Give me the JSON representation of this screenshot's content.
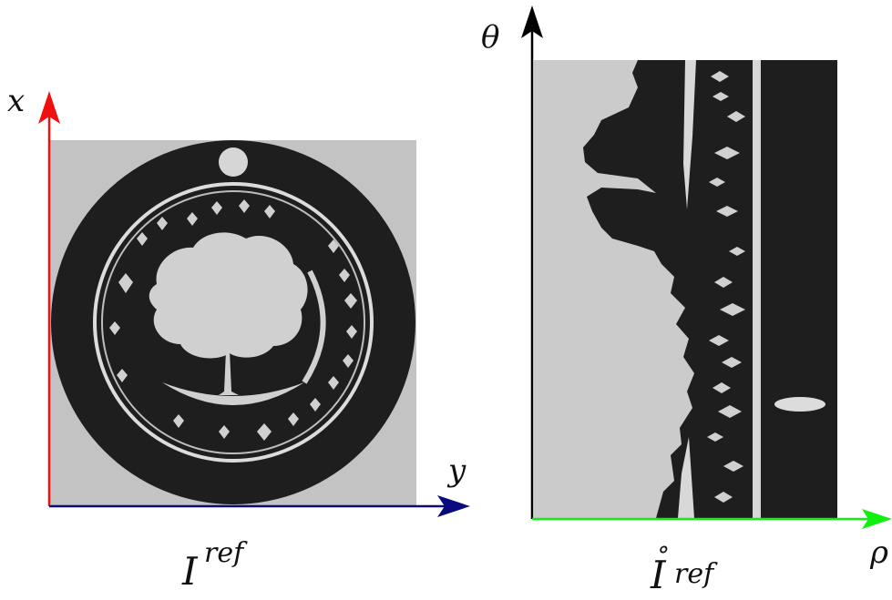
{
  "left_panel": {
    "vertical_axis_label": "x",
    "horizontal_axis_label": "y",
    "caption_base": "I",
    "caption_superscript": "ref",
    "colors": {
      "vertical_axis": "#f01010",
      "horizontal_axis": "#0a0a80"
    }
  },
  "right_panel": {
    "vertical_axis_label": "θ",
    "horizontal_axis_label": "ρ",
    "caption_base": "I",
    "caption_accent": "˚",
    "caption_superscript": "ref",
    "colors": {
      "vertical_axis": "#000000",
      "horizontal_axis": "#10f010"
    }
  },
  "image_colors": {
    "light": "#c8c8c8",
    "dark": "#1e1e1e",
    "ring": "#d8d8d8"
  }
}
